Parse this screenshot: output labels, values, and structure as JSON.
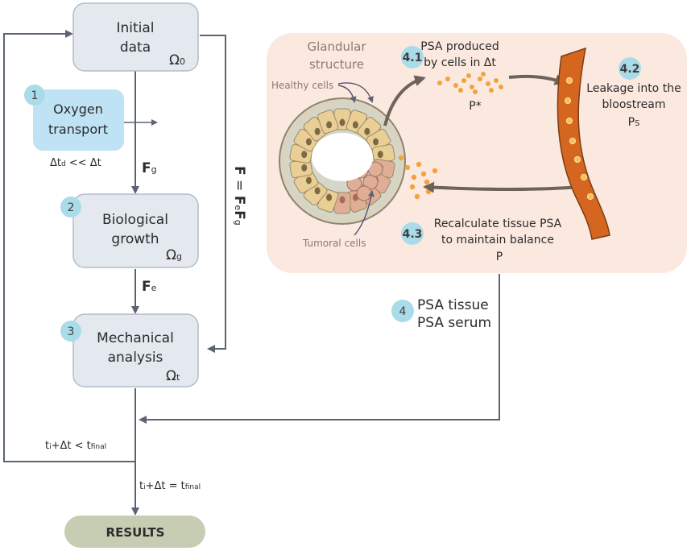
{
  "boxes": {
    "initial": {
      "line1": "Initial",
      "line2": "data",
      "omega": "Ω",
      "omega_sub": "0"
    },
    "oxygen": {
      "line1": "Oxygen",
      "line2": "transport",
      "dt_left": "Δt",
      "dt_left_sub": "d",
      "dt_right": " << Δt"
    },
    "growth": {
      "line1": "Biological",
      "line2": "growth",
      "omega": "Ω",
      "omega_sub": "g"
    },
    "mechanical": {
      "line1": "Mechanical",
      "line2": "analysis",
      "omega": "Ω",
      "omega_sub": "t"
    },
    "results": {
      "label": "RESULTS"
    }
  },
  "steps": {
    "s1": "1",
    "s2": "2",
    "s3": "3",
    "s4": "4",
    "s41": "4.1",
    "s42": "4.2",
    "s43": "4.3"
  },
  "tensors": {
    "fg_main": "F",
    "fg_sub": "g",
    "fe_main": "F",
    "fe_sub": "e",
    "decomp_F": "F",
    "decomp_eq": " = ",
    "decomp_Fe": "F",
    "decomp_e": "e",
    "decomp_Fg": "F",
    "decomp_g": "g"
  },
  "loop": {
    "lt_ti": "t",
    "lt_i": "i",
    "lt_mid": "+Δt < t",
    "lt_final": "final",
    "eq_ti": "t",
    "eq_i": "i",
    "eq_mid": "+Δt = t",
    "eq_final": "final"
  },
  "psa_panel": {
    "glandular_1": "Glandular",
    "glandular_2": "structure",
    "healthy": "Healthy cells",
    "tumoral": "Tumoral cells",
    "produced_1": "PSA produced",
    "produced_2": "by cells in Δt",
    "p_star": "P*",
    "leak_1": "Leakage into the",
    "leak_2": "bloostream",
    "ps_main": "P",
    "ps_sub": "S",
    "recalc_1": "Recalculate tissue PSA",
    "recalc_2": "to maintain balance",
    "p": "P"
  },
  "psa_output": {
    "line1": "PSA tissue",
    "line2": "PSA serum"
  },
  "colors": {
    "box_fill": "#e4e8ef",
    "box_stroke": "#b4bcc8",
    "oxygen_fill": "#bfe3f4",
    "results_fill": "#c7cdb2",
    "badge": "#a9dce8",
    "panel_fill": "#fbe9e0",
    "arrow": "#5c6473",
    "vessel": "#d4661f",
    "particle": "#f2a33a"
  }
}
